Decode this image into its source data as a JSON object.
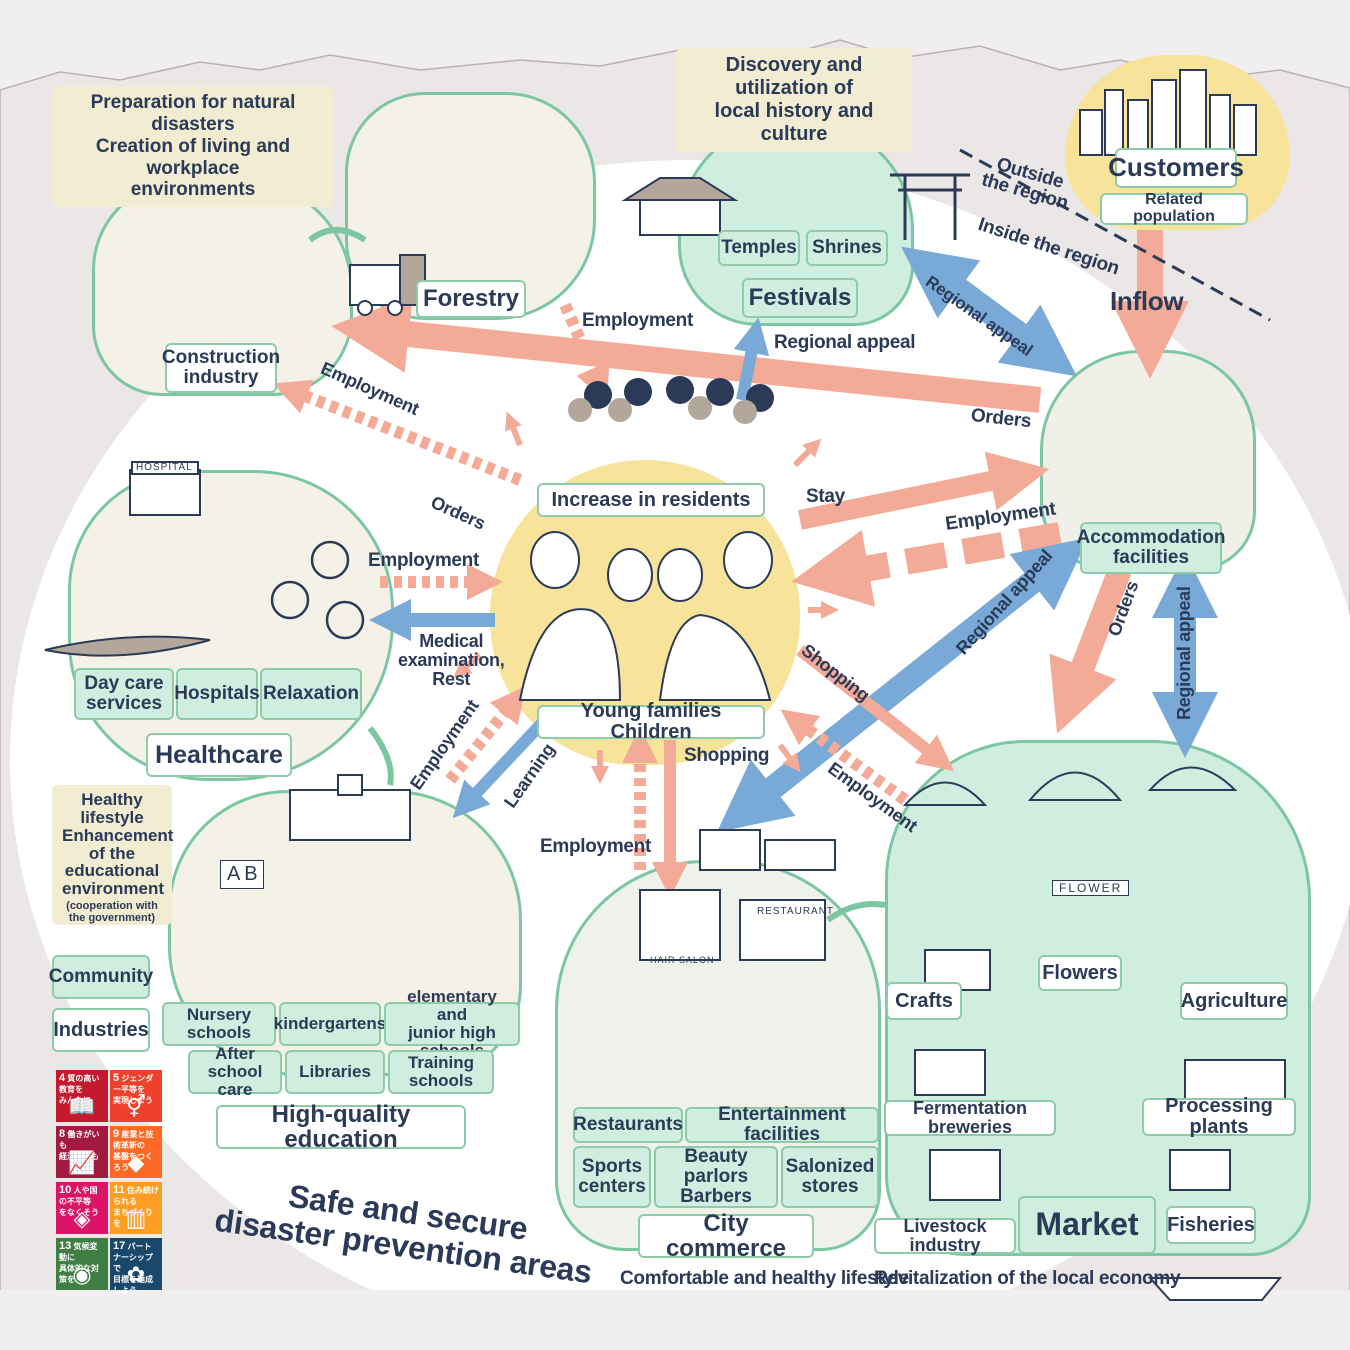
{
  "colors": {
    "community_fill": "#cfeee0",
    "border_green": "#7cc6a3",
    "flow_salmon": "#f3ab98",
    "appeal_blue": "#79a9d6",
    "note_beige": "#f1ecd2",
    "center_yellow": "#f8e3a0",
    "text_navy": "#2b3a57"
  },
  "notes": {
    "disasters": "Preparation for natural disasters\nCreation of living and workplace\nenvironments",
    "history": "Discovery and utilization of\nlocal history and culture",
    "healthy": "Healthy lifestyle\nEnhancement\nof the educational\nenvironment",
    "healthy_sub": "(cooperation with\nthe government)"
  },
  "clusters": {
    "construction": "Construction\nindustry",
    "forestry": "Forestry",
    "festivals": "Festivals",
    "temples": "Temples",
    "shrines": "Shrines",
    "customers": "Customers",
    "related_population": "Related population",
    "inflow": "Inflow",
    "accommodation": "Accommodation\nfacilities",
    "healthcare": "Healthcare",
    "day_care": "Day care\nservices",
    "hospitals": "Hospitals",
    "relaxation": "Relaxation",
    "center_top": "Increase in residents",
    "center_bottom": "Young families Children",
    "education": "High-quality education",
    "nursery": "Nursery schools",
    "kindergartens": "kindergartens",
    "elementary": "elementary and\njunior high schools",
    "after_school": "After school\ncare",
    "libraries": "Libraries",
    "training": "Training\nschools",
    "city_commerce": "City commerce",
    "restaurants": "Restaurants",
    "entertainment": "Entertainment facilities",
    "sports": "Sports\ncenters",
    "beauty": "Beauty parlors\nBarbers",
    "salonized": "Salonized\nstores",
    "market": "Market",
    "crafts": "Crafts",
    "flowers": "Flowers",
    "agriculture": "Agriculture",
    "fermentation": "Fermentation breweries",
    "processing": "Processing plants",
    "livestock": "Livestock industry",
    "fisheries": "Fisheries"
  },
  "signs": {
    "hospital": "HOSPITAL",
    "restaurant": "RESTAURANT",
    "hair_salon": "HAIR SALON",
    "flower": "FLOWER",
    "ab": "A B"
  },
  "flows": {
    "outside": "Outside\nthe region",
    "inside": "Inside the region",
    "employment_forestry": "Employment",
    "employment_construction": "Employment",
    "regional_appeal_festivals": "Regional appeal",
    "regional_appeal_top": "Regional appeal",
    "orders_top": "Orders",
    "orders_left": "Orders",
    "stay": "Stay",
    "employment_accom": "Employment",
    "employment_health": "Employment",
    "medical": "Medical\nexamination,\nRest",
    "regional_appeal_diag": "Regional appeal",
    "orders_market": "Orders",
    "regional_appeal_vert": "Regional appeal",
    "shopping_right": "Shopping",
    "shopping_bottom": "Shopping",
    "employment_market": "Employment",
    "employment_edu": "Employment",
    "learning": "Learning",
    "employment_city": "Employment"
  },
  "legend": {
    "community": "Community",
    "industries": "Industries"
  },
  "footer": {
    "safe": "Safe and secure\ndisaster prevention areas",
    "comfortable": "Comfortable and healthy lifestyle",
    "revitalization": "Revitalization of the local economy"
  },
  "sdgs": [
    {
      "num": "4",
      "text": "質の高い教育を\nみんなに",
      "color": "#c5192d",
      "icon": "📖"
    },
    {
      "num": "5",
      "text": "ジェンダー平等を\n実現しよう",
      "color": "#ef402b",
      "icon": "⚥"
    },
    {
      "num": "8",
      "text": "働きがいも\n経済成長も",
      "color": "#a21942",
      "icon": "📈"
    },
    {
      "num": "9",
      "text": "産業と技術革新の\n基盤をつくろう",
      "color": "#fd6925",
      "icon": "◆"
    },
    {
      "num": "10",
      "text": "人や国の不平等\nをなくそう",
      "color": "#dd1367",
      "icon": "◈"
    },
    {
      "num": "11",
      "text": "住み続けられる\nまちづくりを",
      "color": "#fd9d24",
      "icon": "▥"
    },
    {
      "num": "13",
      "text": "気候変動に\n具体的な対策を",
      "color": "#3f7e44",
      "icon": "◉"
    },
    {
      "num": "17",
      "text": "パートナーシップで\n目標を達成しよう",
      "color": "#19486a",
      "icon": "✿"
    }
  ]
}
